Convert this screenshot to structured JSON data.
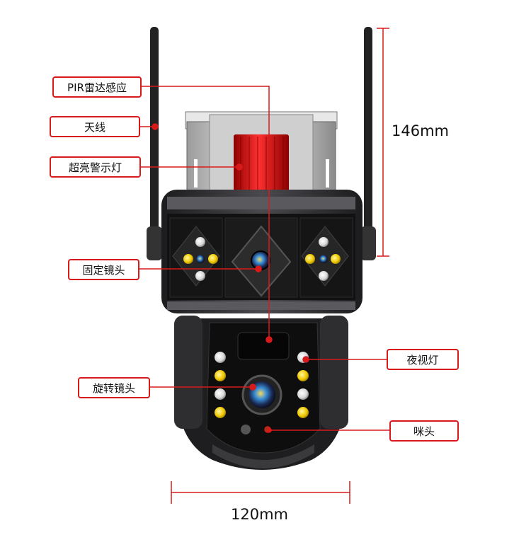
{
  "labels": {
    "pir": "PIR雷达感应",
    "antenna": "天线",
    "siren": "超亮警示灯",
    "fixed_lens": "固定镜头",
    "night_light": "夜视灯",
    "ptz_lens": "旋转镜头",
    "mic": "咪头"
  },
  "dimensions": {
    "height": "146mm",
    "width": "120mm"
  },
  "colors": {
    "accent": "#d91a1a",
    "body": "#2b2b2e",
    "siren": "#e01515"
  }
}
